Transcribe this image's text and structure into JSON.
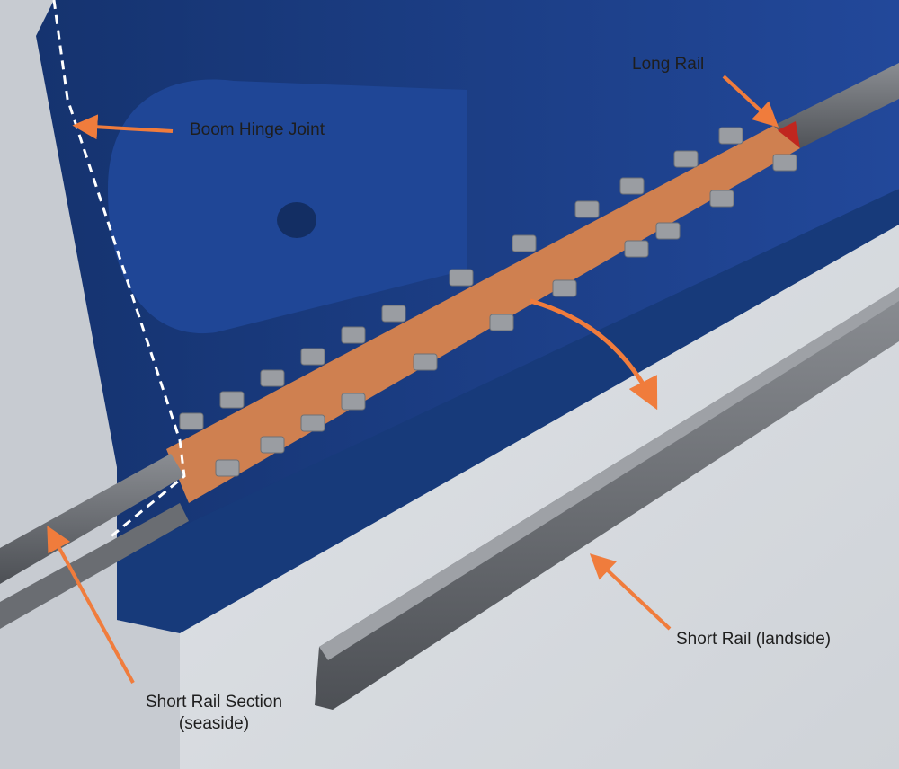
{
  "labels": {
    "long_rail": "Long Rail",
    "boom_hinge_joint": "Boom Hinge Joint",
    "short_rail_landside": "Short Rail (landside)",
    "short_rail_section_line1": "Short Rail Section",
    "short_rail_section_line2": "(seaside)"
  },
  "colors": {
    "arrow": "#f07c3c",
    "boom_blue": "#1b3f86",
    "rail_steel": "#5e6166",
    "copper_plate": "#cf8050",
    "background": "#d9dde2"
  }
}
